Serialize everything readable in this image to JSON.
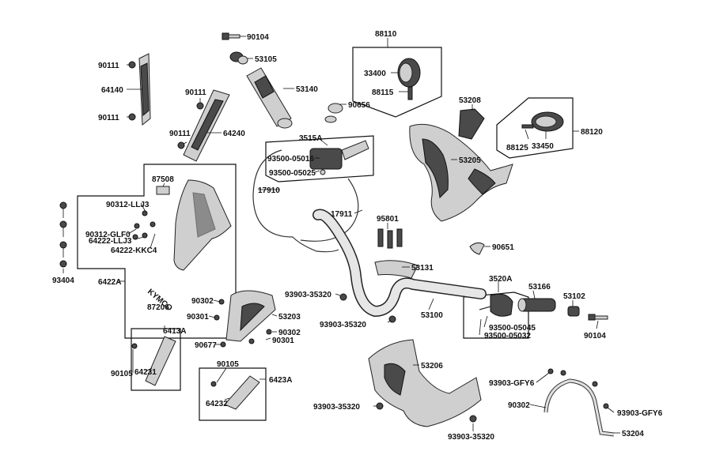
{
  "labels": {
    "l90104a": "90104",
    "l53105": "53105",
    "l53140": "53140",
    "l90656": "90656",
    "l90111a": "90111",
    "l64140": "64140",
    "l90111b": "90111",
    "l90111c": "90111",
    "l64240": "64240",
    "l90111d": "90111",
    "l88110": "88110",
    "l33400": "33400",
    "l88115": "88115",
    "l53208": "53208",
    "l88120": "88120",
    "l88125": "88125",
    "l33450": "33450",
    "l53205": "53205",
    "l3515A": "3515A",
    "l93500_05016": "93500-05016",
    "l93500_05025": "93500-05025",
    "l17910": "17910",
    "l17911": "17911",
    "l87508": "87508",
    "l90312_LLJ3": "90312-LLJ3",
    "l90312_GLF0": "90312-GLF0",
    "l64222_LLJ3": "64222-LLJ3",
    "l64222_KKC4": "64222-KKC4",
    "l93404": "93404",
    "l6422A": "6422A",
    "l87206": "87206",
    "l95801": "95801",
    "l90651": "90651",
    "l53131": "53131",
    "l3520A": "3520A",
    "l53166": "53166",
    "l53102": "53102",
    "l90104b": "90104",
    "l93903_35320a": "93903-35320",
    "l93903_35320b": "93903-35320",
    "l53100": "53100",
    "l93500_05045": "93500-05045",
    "l93500_05032": "93500-05032",
    "l90302a": "90302",
    "l90301a": "90301",
    "l53203": "53203",
    "l90302b": "90302",
    "l90677": "90677",
    "l90301b": "90301",
    "l6413A": "6413A",
    "l90105a": "90105",
    "l64231": "64231",
    "l90105b": "90105",
    "l6423A": "6423A",
    "l64232": "64232",
    "l53206": "53206",
    "l93903_35320c": "93903-35320",
    "l93903_35320d": "93903-35320",
    "l93903_GFY6a": "93903-GFY6",
    "l90302c": "90302",
    "l93903_GFY6b": "93903-GFY6",
    "l53204": "53204"
  },
  "windshield_mark": "KYMCO"
}
